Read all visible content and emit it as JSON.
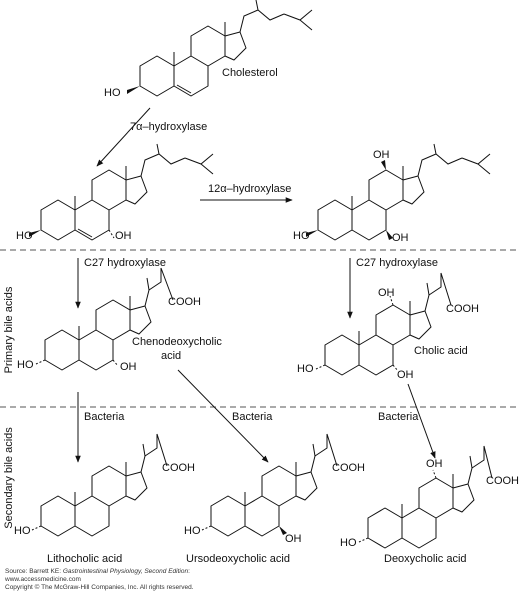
{
  "compounds": {
    "cholesterol": "Cholesterol",
    "chenodeoxycholic": [
      "Chenodeoxycholic",
      "acid"
    ],
    "cholic": "Cholic acid",
    "lithocholic": "Lithocholic acid",
    "ursodeoxycholic": "Ursodeoxycholic acid",
    "deoxycholic": "Deoxycholic acid"
  },
  "enzymes": {
    "seven_alpha": "7α–hydroxylase",
    "twelve_alpha": "12α–hydroxylase",
    "c27_left": "C27 hydroxylase",
    "c27_right": "C27 hydroxylase",
    "bacteria_1": "Bacteria",
    "bacteria_2": "Bacteria",
    "bacteria_3": "Bacteria"
  },
  "sections": {
    "primary": "Primary bile acids",
    "secondary": "Secondary bile acids"
  },
  "groups": {
    "ho": "HO",
    "oh": "OH",
    "cooh": "COOH"
  },
  "source": {
    "prefix": "Source: Barrett KE: ",
    "title": "Gastrointestinal Physiology, Second Edition",
    "suffix": ":",
    "url": "www.accessmedicine.com",
    "copyright": "Copyright © The McGraw-Hill Companies, Inc. All rights reserved."
  }
}
